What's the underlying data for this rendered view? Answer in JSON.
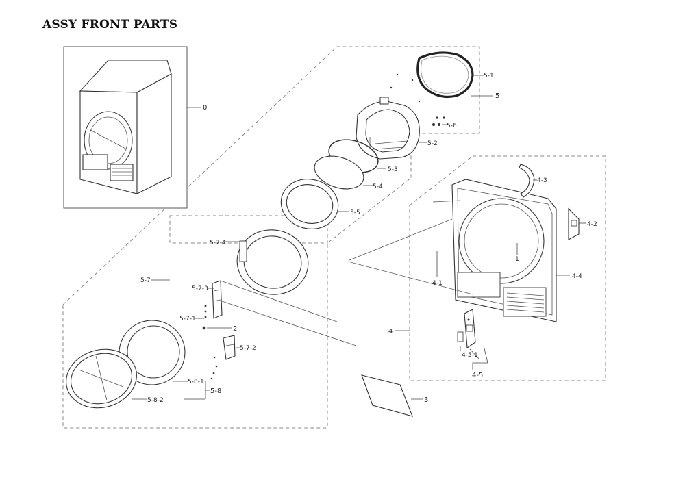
{
  "title": "ASSY FRONT PARTS",
  "labels": {
    "l0": "0",
    "l5": "5",
    "l5_1": "5-1",
    "l5_6": "5-6",
    "l5_2": "5-2",
    "l5_3": "5-3",
    "l5_4": "5-4",
    "l5_5": "5-5",
    "l5_7": "5-7",
    "l5_7_4": "5-7-4",
    "l5_7_3": "5-7-3",
    "l5_7_1": "5-7-1",
    "l2": "2",
    "l5_7_2": "5-7-2",
    "l5_8_1": "5-8-1",
    "l5_8": "5-8",
    "l5_8_2": "5-8-2",
    "l4": "4",
    "l4_1": "4-1",
    "l4_2": "4-2",
    "l4_3": "4-3",
    "l4_4": "4-4",
    "l4_5": "4-5",
    "l4_5_1": "4-5-1",
    "l1": "1",
    "l3": "3"
  }
}
